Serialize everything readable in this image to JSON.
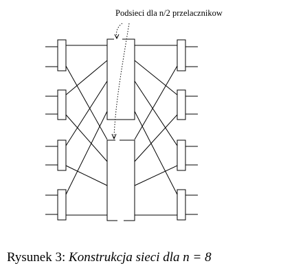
{
  "figure": {
    "annotation": "Podsieci dla n/2 przelacznikow"
  },
  "caption": {
    "label": "Rysunek 3:",
    "text": "Konstrukcja sieci dla",
    "math": "n = 8"
  }
}
